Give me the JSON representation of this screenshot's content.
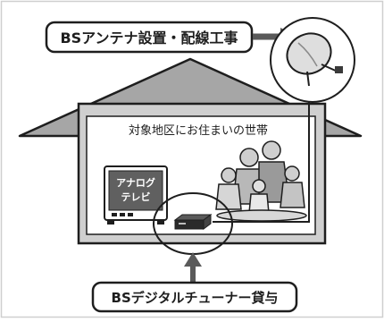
{
  "labels": {
    "antenna_work": "BSアンテナ設置・配線工事",
    "target_households": "対象地区にお住まいの世帯",
    "tv_line1": "アナログ",
    "tv_line2": "テレビ",
    "tuner_loan": "BSデジタルチューナー貸与"
  },
  "colors": {
    "background": "#ffffff",
    "panel_border": "#cfcfcf",
    "roof": "#a6a6a6",
    "house_wall": "#cfcfcf",
    "interior": "#ffffff",
    "outline": "#1e1e1e",
    "arrow": "#5a5a5a",
    "dish_fill": "#dedede",
    "tv_screen": "#606060",
    "tv_text": "#ffffff",
    "family_fill": "#b8b8b8",
    "tuner": "#2a2a2a"
  },
  "icons": {
    "antenna": "bs-satellite-dish-icon",
    "tv": "analog-tv-icon",
    "tuner": "bs-digital-tuner-icon",
    "family": "family-group-icon"
  }
}
